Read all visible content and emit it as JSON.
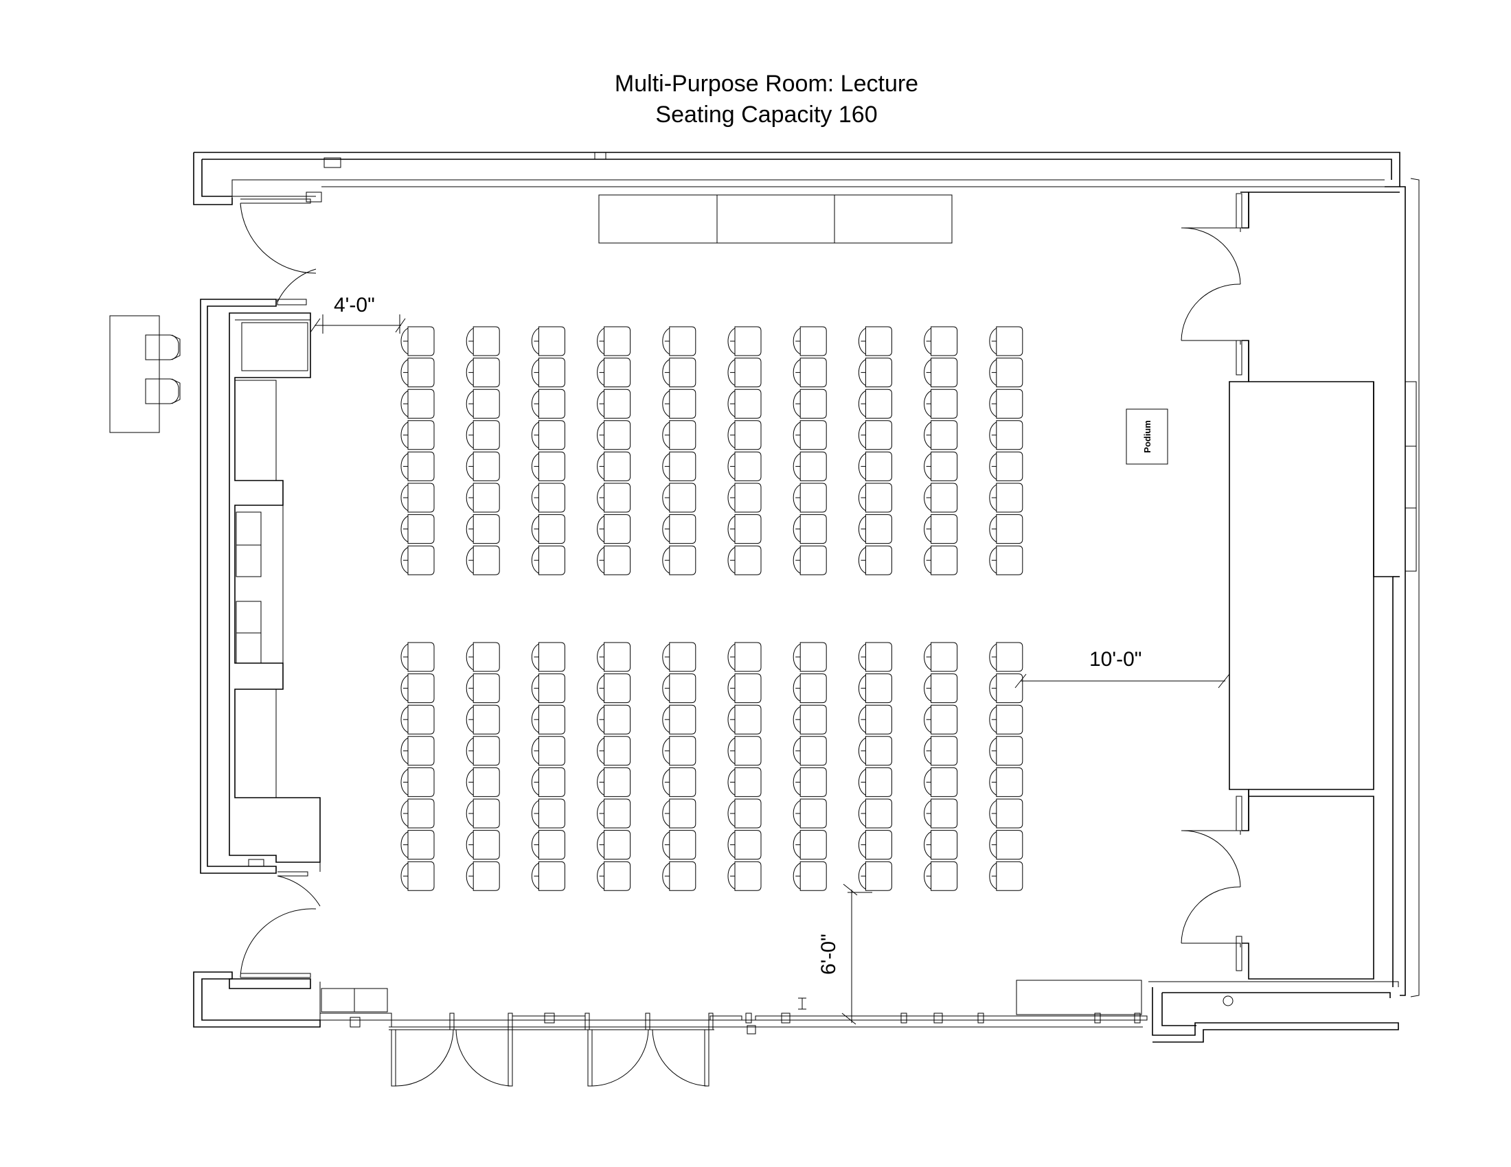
{
  "title": {
    "line1": "Multi-Purpose Room: Lecture",
    "line2": "Seating Capacity 160"
  },
  "dimensions": {
    "top_aisle": "4'-0\"",
    "right_aisle": "10'-0\"",
    "bottom_aisle": "6'-0\""
  },
  "podium_label": "Podium",
  "seating": {
    "columns": 10,
    "rows_per_block": 8,
    "blocks": 2,
    "total": 160
  }
}
